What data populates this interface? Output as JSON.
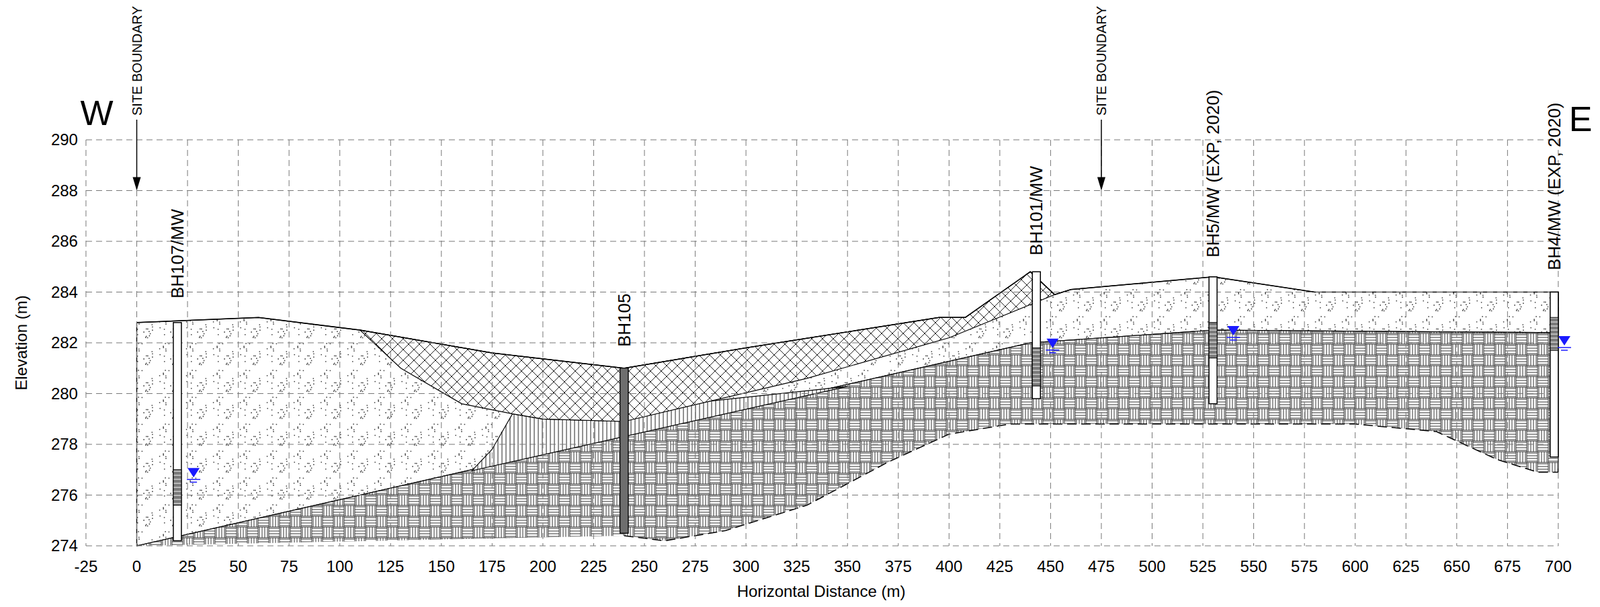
{
  "diagram": {
    "labels": [
      "W",
      "E",
      "SITE BOUNDARY",
      "SITE BOUNDARY",
      "BH107/MW",
      "BH105",
      "BH101/MW",
      "BH5/MW (EXP, 2020)",
      "BH4/MW (EXP, 2020)",
      "Elevation (m)",
      "Horizontal Distance (m)",
      "290",
      "288",
      "286",
      "284",
      "282",
      "280",
      "278",
      "276",
      "274",
      "-25",
      "0",
      "25",
      "50",
      "75",
      "100",
      "125",
      "150",
      "175",
      "200",
      "225",
      "250",
      "275",
      "300",
      "325",
      "350",
      "375",
      "400",
      "425",
      "450",
      "475",
      "500",
      "525",
      "550",
      "575",
      "600",
      "625",
      "650",
      "675",
      "700"
    ]
  }
}
